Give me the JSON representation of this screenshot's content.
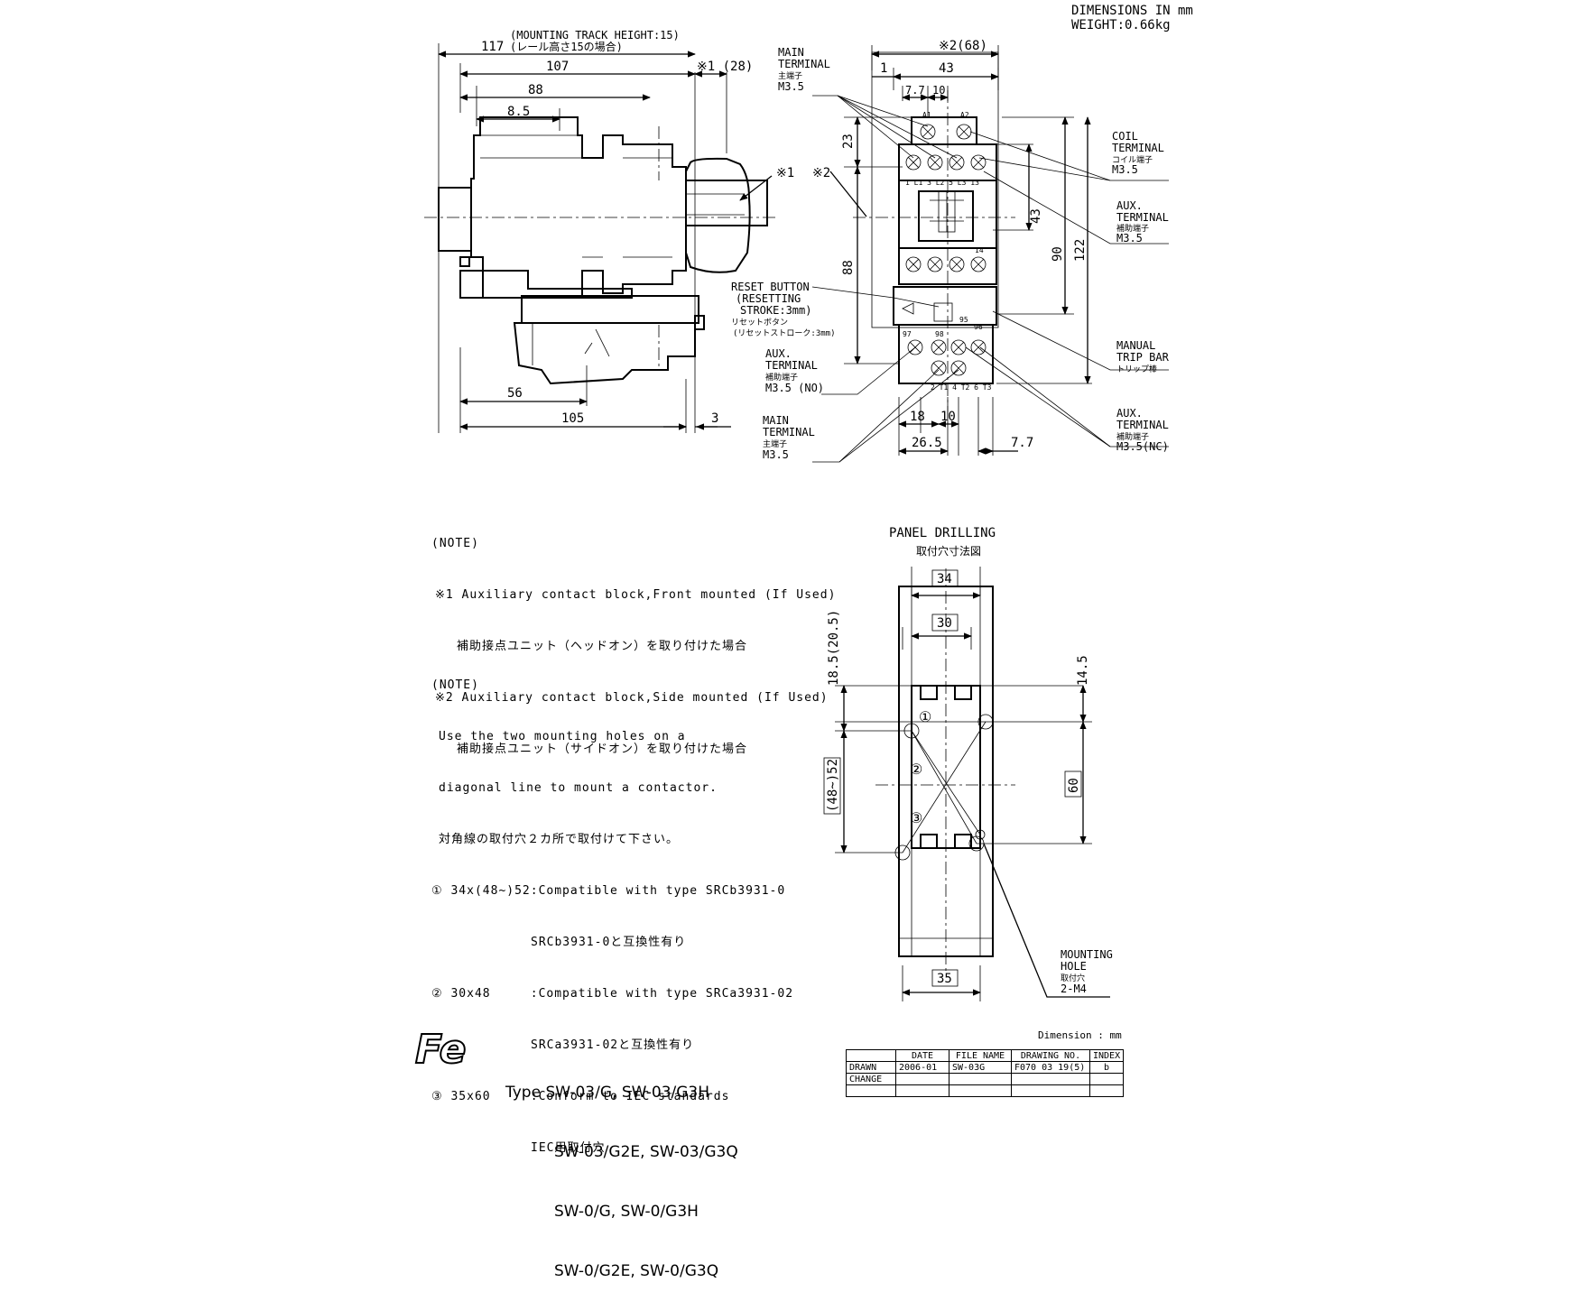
{
  "header": {
    "dimensions_units": "DIMENSIONS IN mm",
    "weight": "WEIGHT:0.66kg"
  },
  "side_view": {
    "dim_117": "117",
    "mounting_track_en": "(MOUNTING TRACK HEIGHT:15)",
    "mounting_track_jp": "(レール高さ15の場合)",
    "dim_107": "107",
    "dim_88": "88",
    "dim_8_5": "8.5",
    "dim_star1_28": "※1 (28)",
    "star1": "※1",
    "dim_56": "56",
    "dim_105": "105",
    "dim_3": "3"
  },
  "front_view": {
    "dim_star2_68": "※2(68)",
    "dim_1": "1",
    "dim_43_top": "43",
    "dim_7_7_top": "7.7",
    "dim_10_top": "10",
    "dim_23": "23",
    "dim_43_side": "43",
    "dim_90": "90",
    "dim_122": "122",
    "dim_88": "88",
    "dim_18": "18",
    "dim_10_bottom": "10",
    "dim_26_5": "26.5",
    "dim_7_7_bottom": "7.7",
    "star2": "※2",
    "term_a1": "A1",
    "term_a2": "A2",
    "term_row_top": "1 L1 3 L2 5 L3 13",
    "term_14": "14",
    "term_97": "97",
    "term_98": "98",
    "term_95": "95",
    "term_96": "96",
    "term_row_bottom": "2 T1 4 T2 6 T3"
  },
  "labels": {
    "main_terminal_top": [
      "MAIN",
      "TERMINAL",
      "主端子",
      "M3.5"
    ],
    "coil_terminal": [
      "COIL",
      "TERMINAL",
      "コイル端子",
      "M3.5"
    ],
    "aux_terminal_right": [
      "AUX.",
      "TERMINAL",
      "補助端子",
      "M3.5"
    ],
    "reset_button": [
      "RESET BUTTON",
      "(RESETTING",
      "STROKE:3mm)",
      "リセットボタン",
      "(リセットストローク:3mm)"
    ],
    "aux_terminal_no": [
      "AUX.",
      "TERMINAL",
      "補助端子",
      "M3.5 (NO)"
    ],
    "main_terminal_bottom": [
      "MAIN",
      "TERMINAL",
      "主端子",
      "M3.5"
    ],
    "manual_trip_bar": [
      "MANUAL",
      "TRIP BAR",
      "トリップ棒"
    ],
    "aux_terminal_nc": [
      "AUX.",
      "TERMINAL",
      "補助端子",
      "M3.5(NC)"
    ]
  },
  "note1": {
    "title": "(NOTE)",
    "line1": "※1 Auxiliary contact block,Front mounted (If Used)",
    "line2": "補助接点ユニット（ヘッドオン）を取り付けた場合",
    "line3": "※2 Auxiliary contact block,Side mounted (If Used)",
    "line4": "補助接点ユニット（サイドオン）を取り付けた場合"
  },
  "note2": {
    "title": "(NOTE)",
    "line1": "Use the two mounting holes on a",
    "line2": "diagonal line to mount a contactor.",
    "line3": "対角線の取付穴２カ所で取付けて下さい。",
    "item1_a": "① 34x(48~)52:Compatible with type SRCb3931-0",
    "item1_b": "SRCb3931-0と互換性有り",
    "item2_a": "② 30x48     :Compatible with type SRCa3931-02",
    "item2_b": "SRCa3931-02と互換性有り",
    "item3_a": "③ 35x60     :Conform to IEC standards",
    "item3_b": "IEC用取付穴"
  },
  "panel_drilling": {
    "title": "PANEL DRILLING",
    "title_jp": "取付穴寸法図",
    "dim_34": "34",
    "dim_30": "30",
    "dim_18_5": "18.5(20.5)",
    "dim_14_5": "14.5",
    "dim_48_52": "(48~)52",
    "dim_60": "60",
    "dim_35": "35",
    "circle1": "①",
    "circle2": "②",
    "circle3": "③",
    "mounting_hole": [
      "MOUNTING",
      "HOLE",
      "取付穴",
      "2-M4"
    ]
  },
  "footer": {
    "logo": "Fe",
    "type_lines": [
      "Type SW-03/G, SW-03/G3H",
      "SW-03/G2E, SW-03/G3Q",
      "SW-0/G, SW-0/G3H",
      "SW-0/G2E, SW-0/G3Q"
    ],
    "dimension_unit": "Dimension : mm",
    "table_headers": [
      "",
      "DATE",
      "FILE NAME",
      "DRAWING NO.",
      "INDEX"
    ],
    "row_drawn": [
      "DRAWN",
      "2006-01",
      "SW-03G",
      "F070 03 19(5)",
      "b"
    ],
    "row_change": [
      "CHANGE",
      "",
      "",
      "",
      ""
    ]
  }
}
